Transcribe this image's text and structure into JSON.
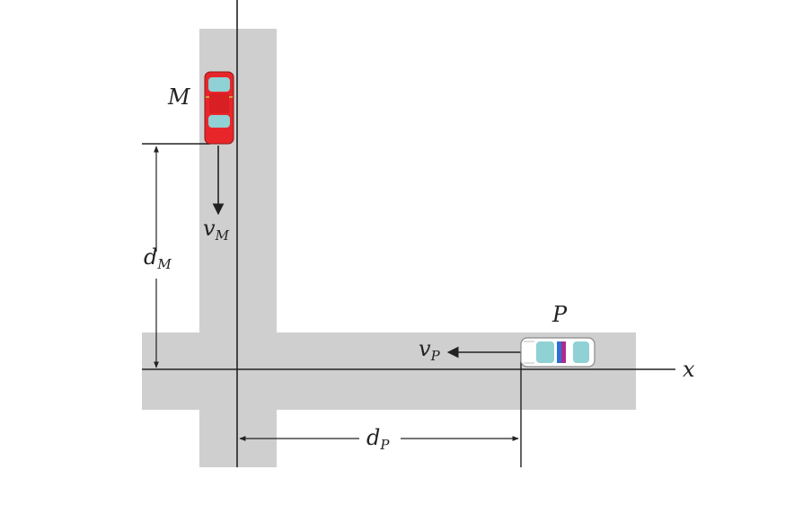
{
  "colors": {
    "background": "#ffffff",
    "road": "#cfcfcf",
    "line": "#222222",
    "car_m_body": "#e8262a",
    "car_m_glass": "#8fd1d4",
    "car_p_body": "#ffffff",
    "car_p_glass": "#8fd1d4",
    "car_p_light_blue": "#2a6fd6",
    "car_p_light_purple": "#b02a8a"
  },
  "labels": {
    "car_m": "M",
    "car_p": "P",
    "v_m_main": "v",
    "v_m_sub": "M",
    "v_p_main": "v",
    "v_p_sub": "P",
    "d_m_main": "d",
    "d_m_sub": "M",
    "d_p_main": "d",
    "d_p_sub": "P",
    "x_axis": "x"
  },
  "icons": {
    "car_m": "red-car-top-view-icon",
    "car_p": "police-car-top-view-icon"
  }
}
